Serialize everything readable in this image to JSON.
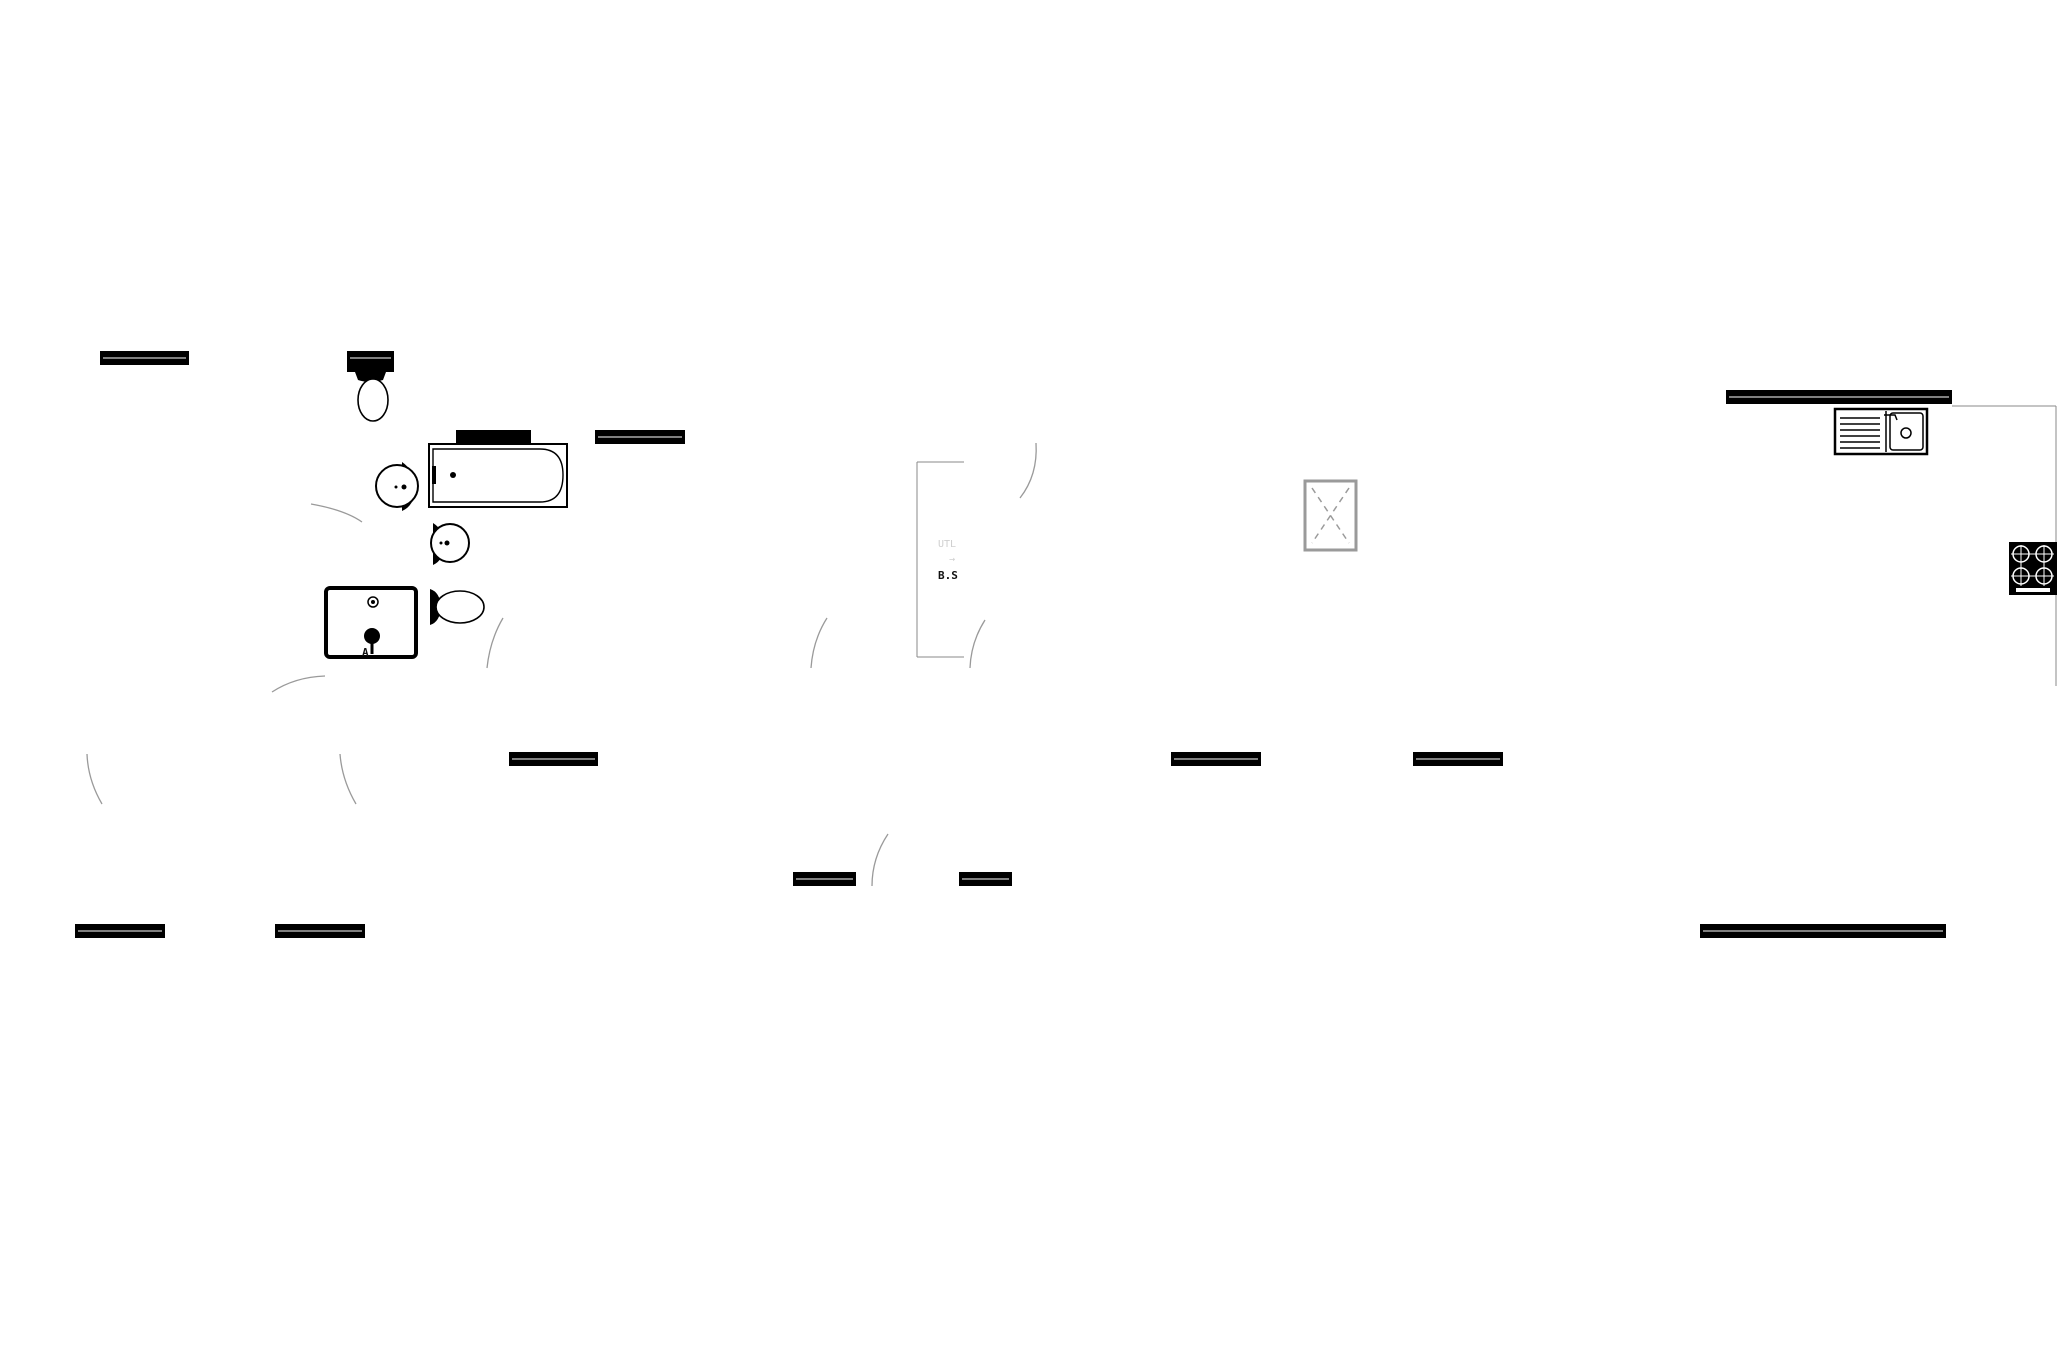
{
  "plan": {
    "background_color": "#ffffff",
    "wall_color": "#000000",
    "swing_color": "#9a9a9a",
    "fixtures": [
      {
        "kind": "toilet",
        "icon": "toilet-icon"
      },
      {
        "kind": "bathtub",
        "icon": "bathtub-icon"
      },
      {
        "kind": "basin",
        "icon": "basin-icon"
      },
      {
        "kind": "basin",
        "icon": "basin-icon"
      },
      {
        "kind": "toilet",
        "icon": "toilet-icon"
      },
      {
        "kind": "shower-tray",
        "icon": "shower-tray-icon"
      },
      {
        "kind": "kitchen-sink",
        "icon": "kitchen-sink-icon"
      },
      {
        "kind": "cooktop",
        "icon": "cooktop-icon"
      },
      {
        "kind": "skylight",
        "icon": "skylight-icon"
      }
    ],
    "shower_label": "A",
    "cupboard_labels": {
      "top": "UTL",
      "mid": "→",
      "bottom": "B.S"
    }
  }
}
